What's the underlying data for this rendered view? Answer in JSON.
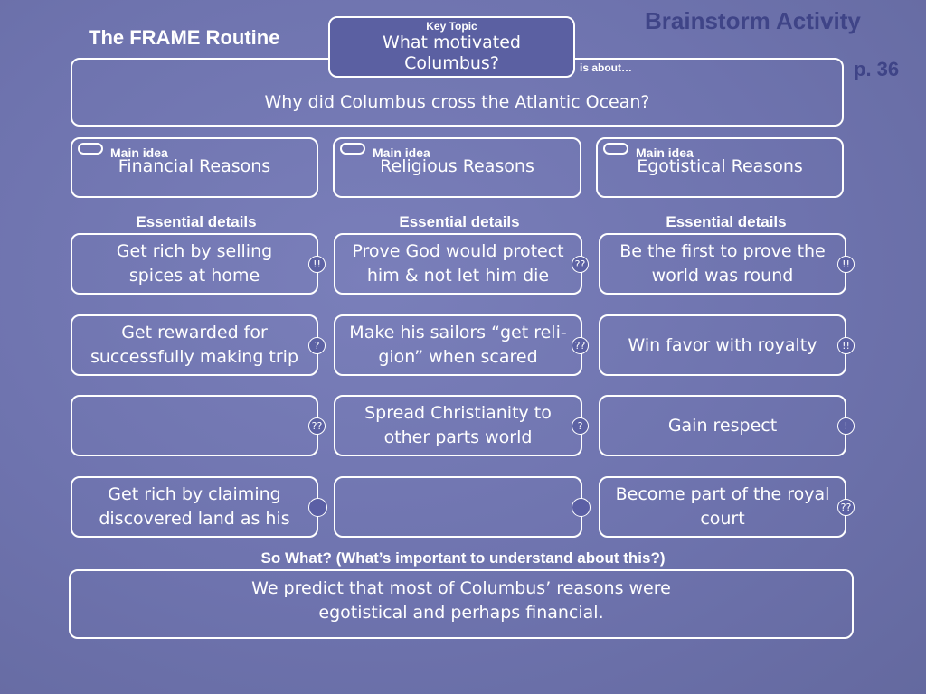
{
  "header": {
    "routine_title": "The FRAME Routine",
    "activity_title": "Brainstorm Activity",
    "page_ref": "p. 36",
    "key_topic_label": "Key Topic",
    "key_topic": "What motivated Columbus?",
    "is_about_label": "is about…",
    "is_about": "Why did Columbus cross the Atlantic Ocean?"
  },
  "main_ideas": [
    {
      "label": "Main idea",
      "text": "Financial Reasons"
    },
    {
      "label": "Main idea",
      "text": "Religious Reasons"
    },
    {
      "label": "Main idea",
      "text": "Egotistical Reasons"
    }
  ],
  "essential_details_label": "Essential details",
  "details": {
    "col1": [
      {
        "text": "Get rich by selling spices at home",
        "mark": "!!"
      },
      {
        "text": "Get rewarded for successfully making trip",
        "mark": "?"
      },
      {
        "text": "",
        "mark": "??"
      },
      {
        "text": "Get rich by claiming discovered land as his",
        "mark": ""
      }
    ],
    "col2": [
      {
        "text": "Prove God would protect him & not let him die",
        "mark": "??"
      },
      {
        "text": "Make his sailors “get reli-gion” when scared",
        "mark": "??"
      },
      {
        "text": "Spread Christianity to other parts world",
        "mark": "?"
      },
      {
        "text": "",
        "mark": ""
      }
    ],
    "col3": [
      {
        "text": "Be the first to prove the world was round",
        "mark": "!!"
      },
      {
        "text": "Win favor with royalty",
        "mark": "!!"
      },
      {
        "text": "Gain respect",
        "mark": "!"
      },
      {
        "text": "Become part of the royal court",
        "mark": "??"
      }
    ]
  },
  "so_what": {
    "label": "So What? (What’s important to understand about this?)",
    "text": "We predict that most of Columbus’ reasons were egotistical and perhaps financial."
  }
}
